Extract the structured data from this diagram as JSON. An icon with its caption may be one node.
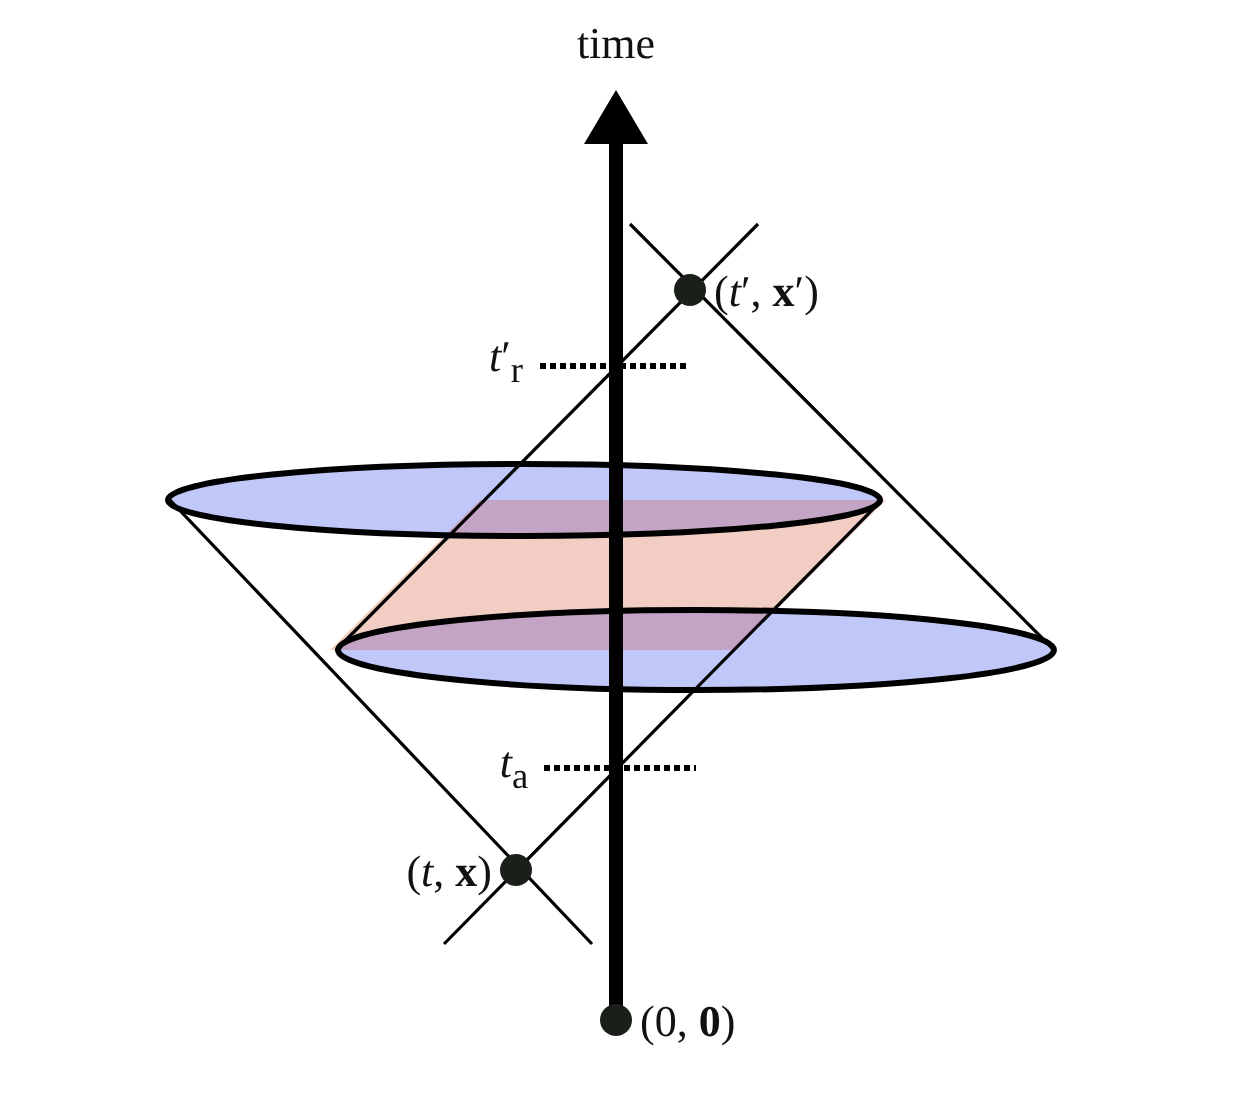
{
  "diagram": {
    "nodes": [
      {
        "text": [],
        "shape": "circle",
        "beside": [
          "(*t*′, **x**′)"
        ]
      },
      {
        "text": [],
        "shape": "circle",
        "beside": [
          "(*t*, **x**)"
        ]
      },
      {
        "text": [],
        "shape": "circle",
        "beside": [
          "(0, **0**)"
        ]
      }
    ],
    "labels": [
      "time",
      "*t*′$_{r}$",
      "*t*$_{a}$"
    ]
  }
}
